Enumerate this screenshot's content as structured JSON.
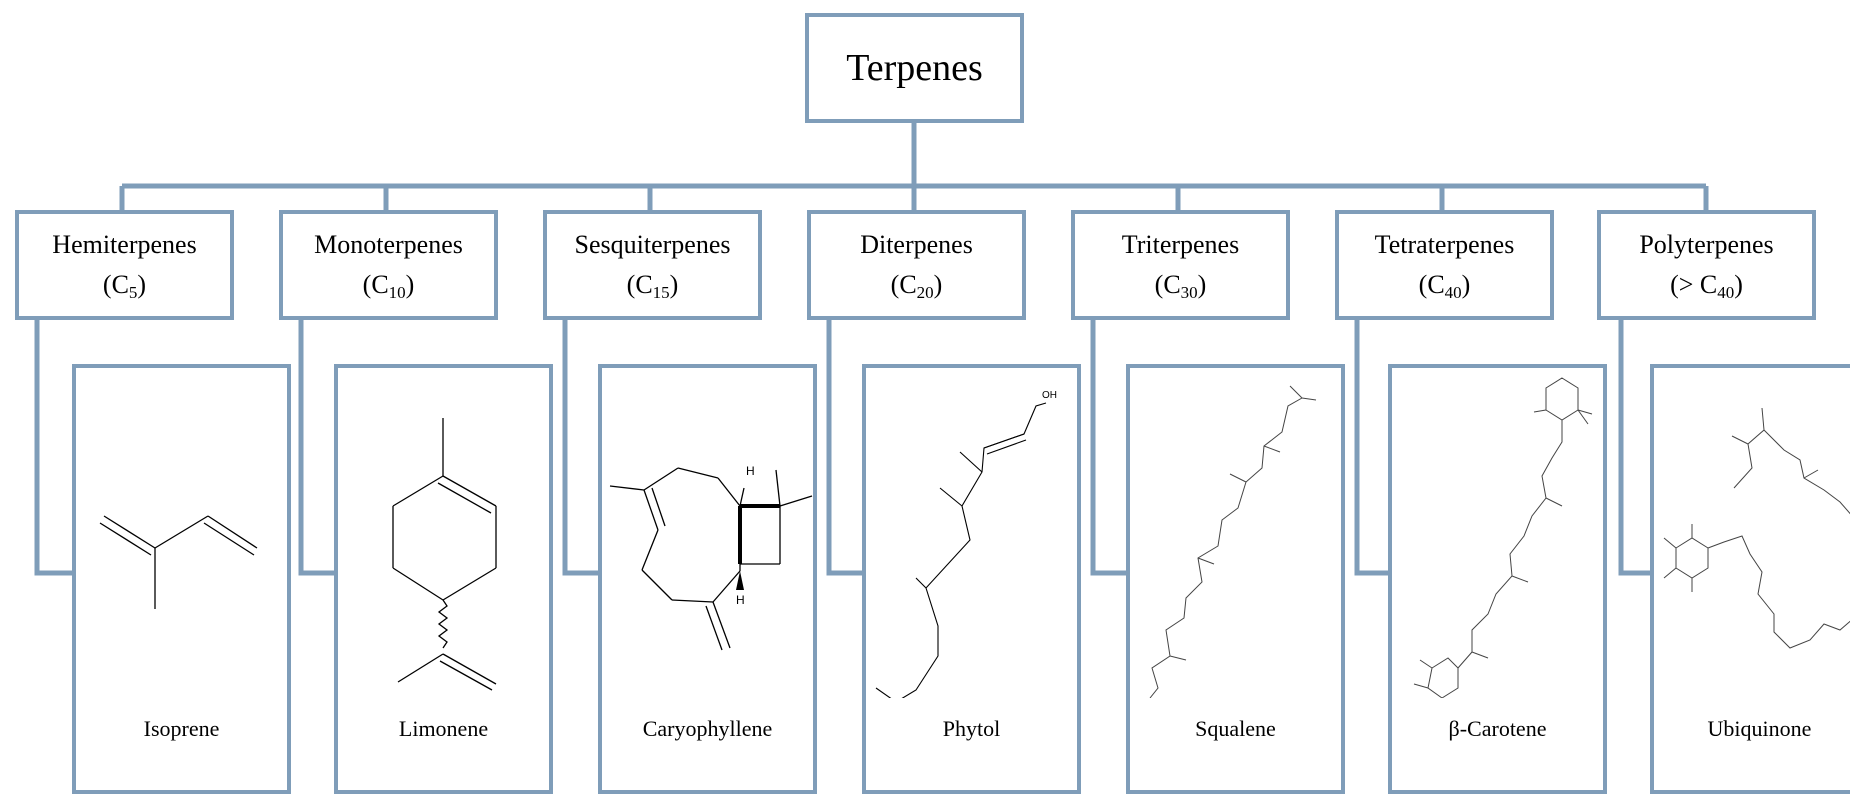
{
  "root": {
    "title": "Terpenes"
  },
  "categories": [
    {
      "name": "Hemiterpenes",
      "prefix": "(",
      "carbon": "C",
      "sub": "5",
      "suffix": ")",
      "molecule": "Isoprene"
    },
    {
      "name": "Monoterpenes",
      "prefix": "(",
      "carbon": "C",
      "sub": "10",
      "suffix": ")",
      "molecule": "Limonene"
    },
    {
      "name": "Sesquiterpenes",
      "prefix": "(",
      "carbon": "C",
      "sub": "15",
      "suffix": ")",
      "molecule": "Caryophyllene"
    },
    {
      "name": "Diterpenes",
      "prefix": "(",
      "carbon": "C",
      "sub": "20",
      "suffix": ")",
      "molecule": "Phytol"
    },
    {
      "name": "Triterpenes",
      "prefix": "(",
      "carbon": "C",
      "sub": "30",
      "suffix": ")",
      "molecule": "Squalene"
    },
    {
      "name": "Tetraterpenes",
      "prefix": "(",
      "carbon": "C",
      "sub": "40",
      "suffix": ")",
      "molecule": "β-Carotene"
    },
    {
      "name": "Polyterpenes",
      "prefix": "(> ",
      "carbon": "C",
      "sub": "40",
      "suffix": ")",
      "molecule": "Ubiquinone"
    }
  ],
  "structure_labels": {
    "hydroxyl": "OH",
    "hydrogen": "H"
  },
  "colors": {
    "border": "#7f9db9",
    "text": "#000000",
    "background": "#ffffff"
  }
}
